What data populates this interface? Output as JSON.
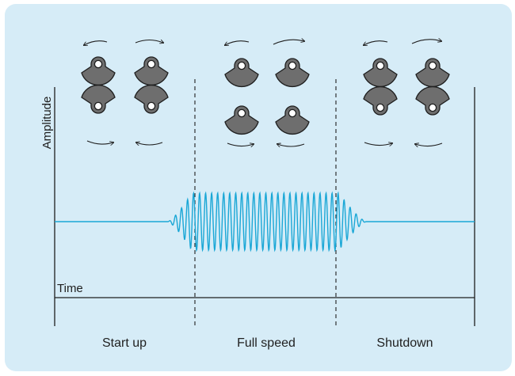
{
  "axes": {
    "y_label": "Amplitude",
    "x_label": "Time"
  },
  "phases": [
    {
      "label": "Start up",
      "weights": [
        "counter-rotating",
        "counter-rotating"
      ]
    },
    {
      "label": "Full speed",
      "weights": [
        "synchronized",
        "synchronized"
      ]
    },
    {
      "label": "Shutdown",
      "weights": [
        "counter-rotating",
        "counter-rotating"
      ]
    }
  ],
  "colors": {
    "background": "#d6ecf7",
    "signal": "#1aa7d6",
    "weight_fill": "#6e6e6e",
    "line": "#1f1f1f"
  }
}
